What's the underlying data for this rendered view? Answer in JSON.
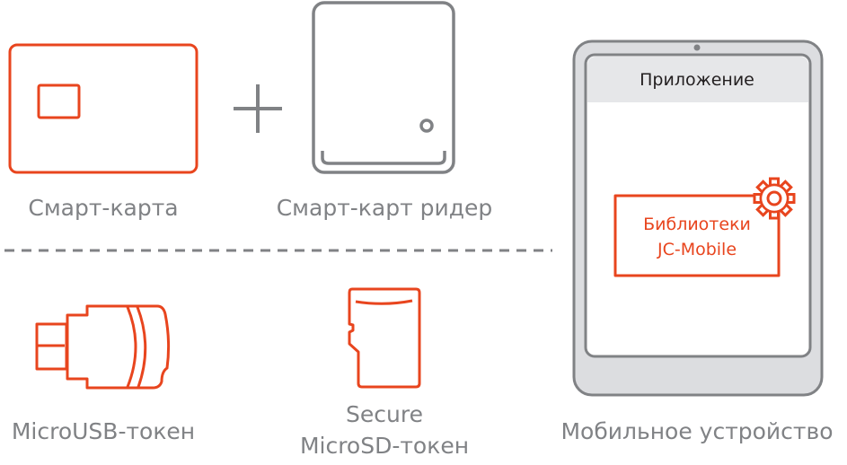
{
  "colors": {
    "accent": "#e8451e",
    "gray": "#808285",
    "device_fill": "#dcdde0",
    "header_fill": "#e6e7e9"
  },
  "labels": {
    "smart_card": "Смарт-карта",
    "reader": "Смарт-карт ридер",
    "microusb": "MicroUSB-токен",
    "microsd_line1": "Secure",
    "microsd_line2": "MicroSD-токен",
    "mobile": "Мобильное устройство"
  },
  "device": {
    "app_header": "Приложение",
    "library_line1": "Библиотеки",
    "library_line2": "JC-Mobile"
  }
}
